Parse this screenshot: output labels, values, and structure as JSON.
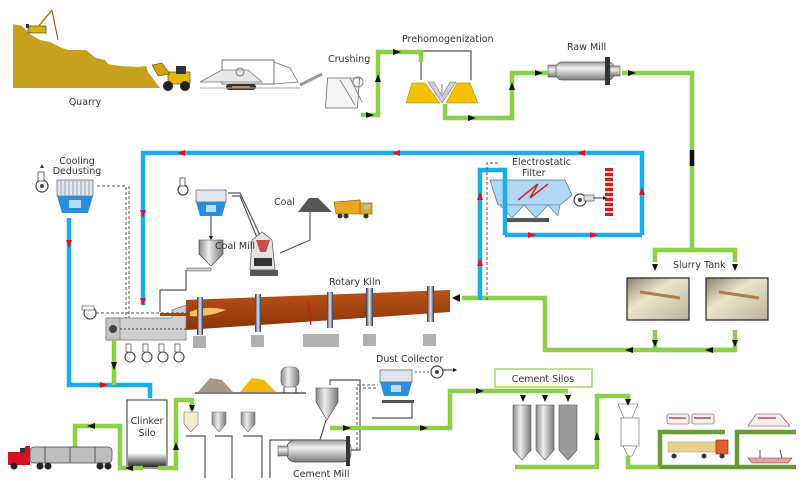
{
  "title": "Cement Manufacturing Process Flow",
  "labels": {
    "quarry": "Quarry",
    "crushing": "Crushing",
    "prehomogenization": "Prehomogenization",
    "raw_mill": "Raw Mill",
    "electrostatic_filter_1": "Electrostatic",
    "electrostatic_filter_2": "Filter",
    "cooling_dedusting_1": "Cooling",
    "cooling_dedusting_2": "Dedusting",
    "coal": "Coal",
    "coal_mill": "Coal Mill",
    "rotary_kiln": "Rotary Kiln",
    "slurry_tank": "Slurry Tank",
    "dust_collector": "Dust Collector",
    "clinker_silo_1": "Clinker",
    "clinker_silo_2": "Silo",
    "cement_mill": "Cement Mill",
    "cement_silos": "Cement Silos"
  },
  "colors": {
    "material_flow": "#8cd04a",
    "gas_flow": "#19aee8",
    "gas_arrow": "#e0141e",
    "material_arrow": "#111111",
    "kiln": "#a8420a",
    "stockpile": "#e8b400",
    "filter_blue": "#2a8fd8",
    "dispatch_line": "#6a9a3a"
  },
  "legend_semantics": {
    "green_line": "material flow",
    "blue_line": "gas/air flow"
  }
}
